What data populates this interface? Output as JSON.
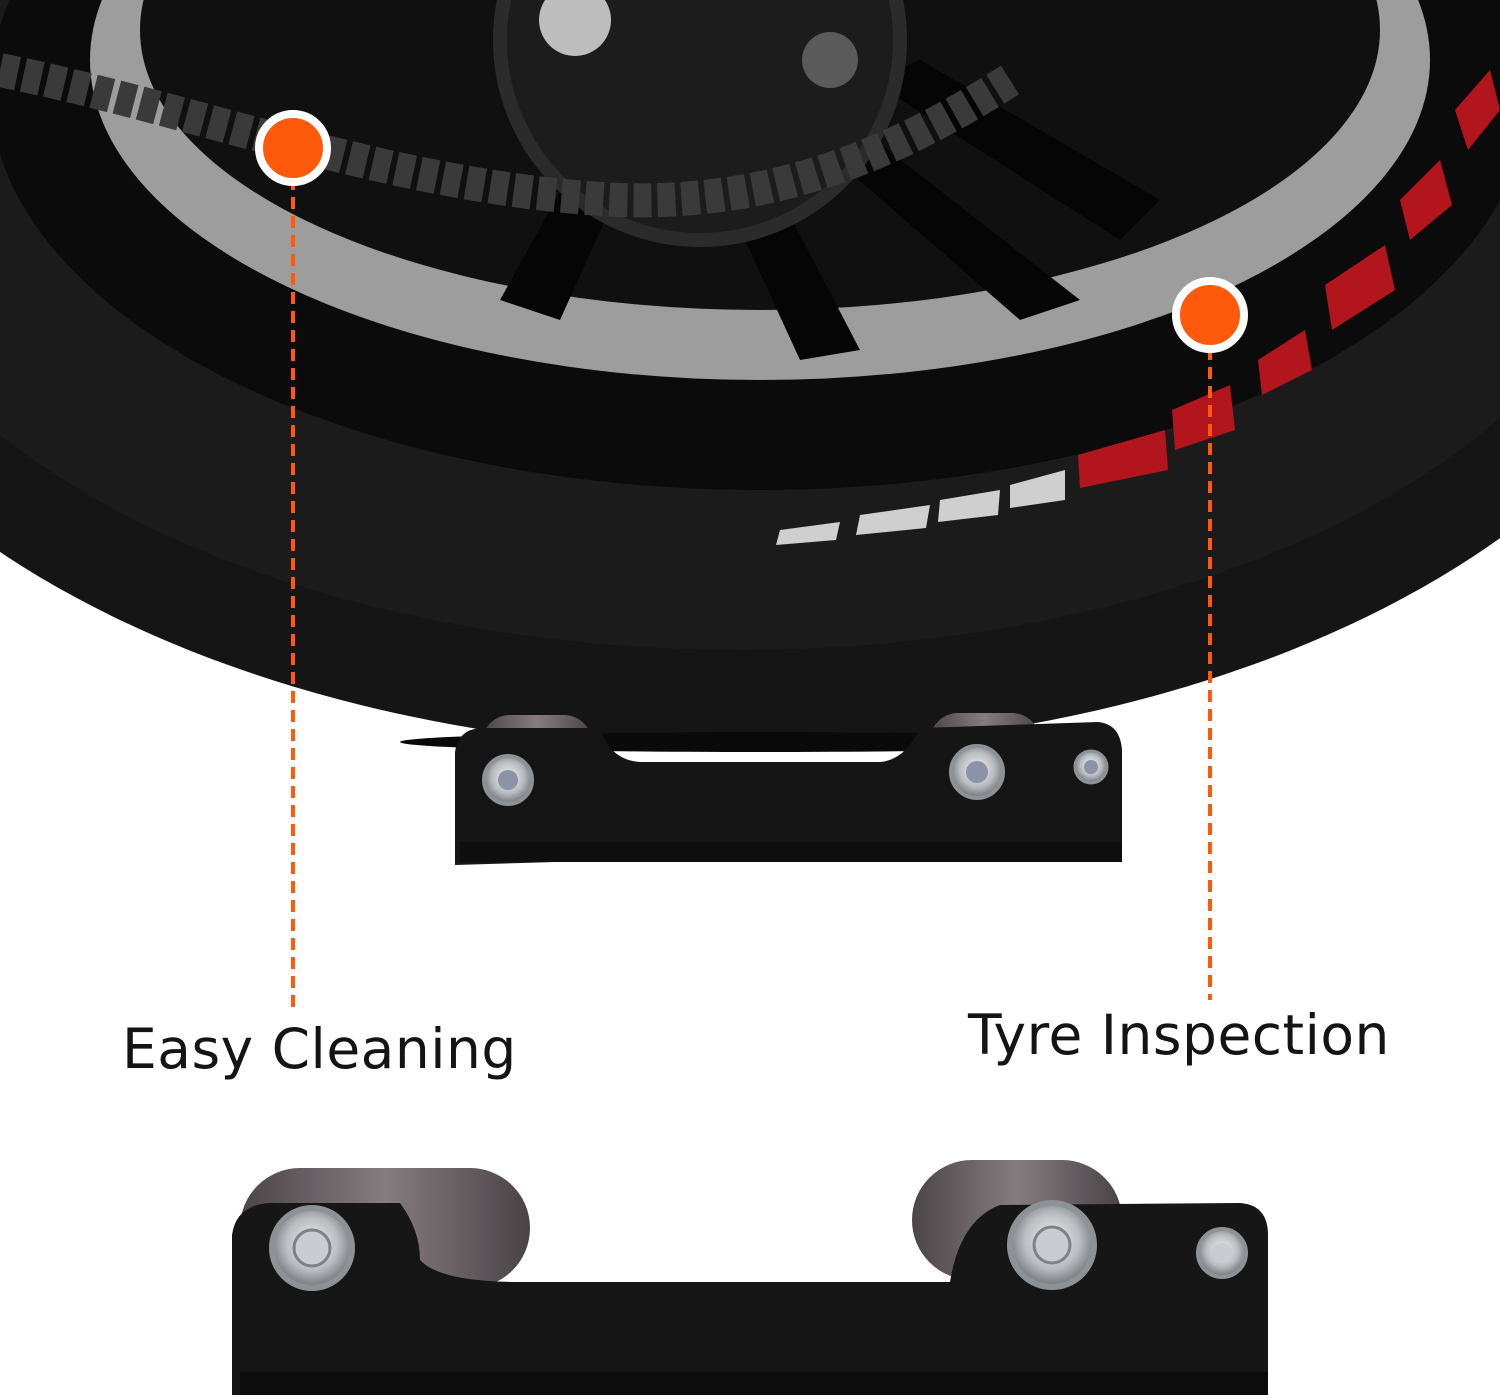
{
  "colors": {
    "background": "#ffffff",
    "tyre": "#151515",
    "rim": "#0b0b0b",
    "rim_inner": "#a9a9a9",
    "accent_orange": "#ff5a0c",
    "stripe_red": "#b3151d",
    "stripe_grey": "#cfcfcf",
    "roller_grey": "#6b6366",
    "label_text": "#141414"
  },
  "callouts": [
    {
      "label": "Easy Cleaning",
      "marker": "orange-dot"
    },
    {
      "label": "Tyre Inspection",
      "marker": "orange-dot"
    }
  ],
  "icons": {
    "marker": "orange-dot-icon"
  }
}
